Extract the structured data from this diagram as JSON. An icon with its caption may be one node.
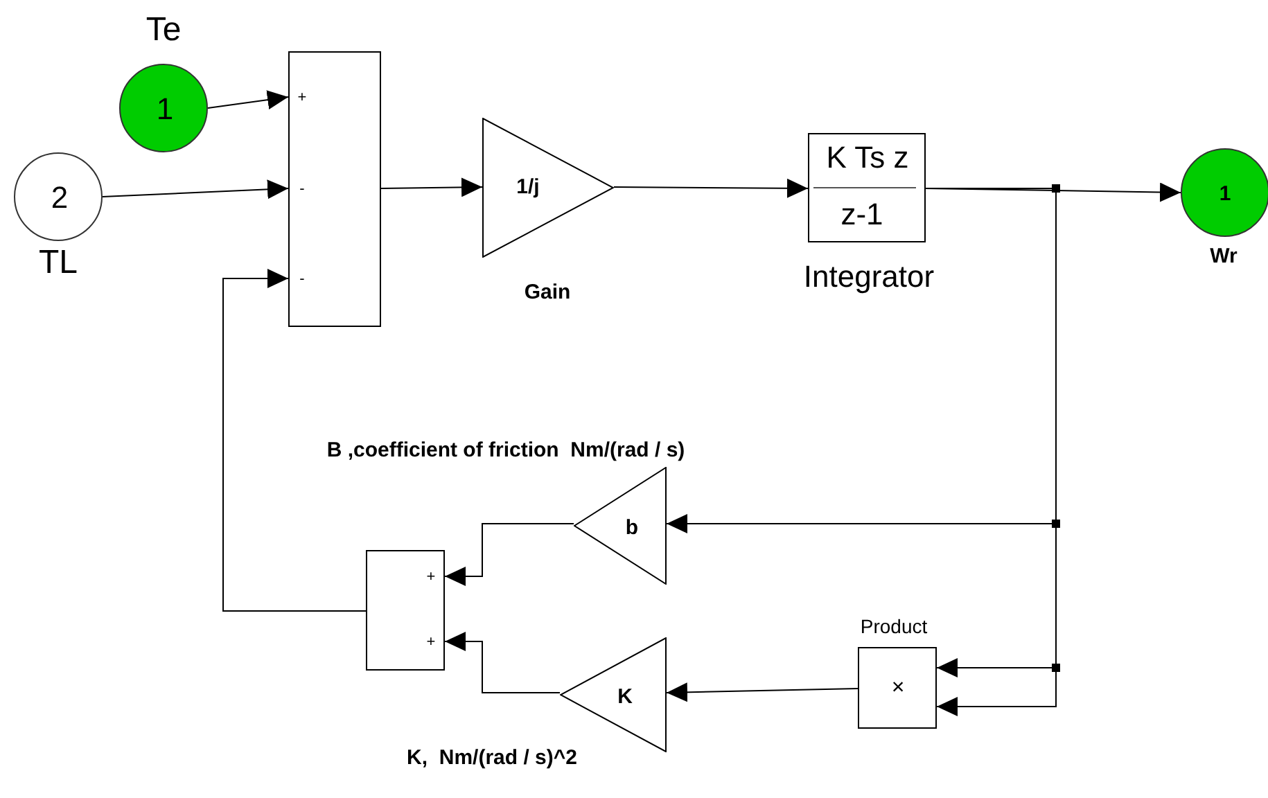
{
  "diagram": {
    "nodes": [
      {
        "text": [
          "1"
        ],
        "beside": [
          "Te"
        ]
      },
      {
        "text": [
          "2"
        ],
        "beside": [
          "TL"
        ]
      },
      {
        "text": [
          "+",
          "-",
          "-"
        ]
      },
      {
        "text": [
          "1/j"
        ],
        "beside": [
          "Gain"
        ]
      },
      {
        "text": [
          "K Ts z",
          "z-1"
        ],
        "beside": [
          "Integrator"
        ]
      },
      {
        "text": [
          "1"
        ],
        "beside": [
          "Wr"
        ]
      },
      {
        "text": [
          "+",
          "+"
        ]
      },
      {
        "text": [
          "b"
        ],
        "beside": [
          "B ,coefficient of friction  Nm/(rad / s)"
        ]
      },
      {
        "text": [
          "×"
        ],
        "beside": [
          "Product"
        ]
      },
      {
        "text": [
          "K"
        ],
        "beside": [
          "K,  Nm/(rad / s)^2"
        ]
      }
    ],
    "edges": [
      {
        "from": 0,
        "to": 2,
        "arrow": "to"
      },
      {
        "from": 1,
        "to": 2,
        "arrow": "to"
      },
      {
        "from": 2,
        "to": 3,
        "arrow": "to"
      },
      {
        "from": 3,
        "to": 4,
        "arrow": "to"
      },
      {
        "from": 4,
        "to": 5,
        "arrow": "to"
      },
      {
        "from": 4,
        "to": 7,
        "arrow": "to"
      },
      {
        "from": 4,
        "to": 8,
        "arrow": "to"
      },
      {
        "from": 4,
        "to": 8,
        "arrow": "to"
      },
      {
        "from": 7,
        "to": 6,
        "arrow": "to"
      },
      {
        "from": 8,
        "to": 9,
        "arrow": "to"
      },
      {
        "from": 9,
        "to": 6,
        "arrow": "to"
      },
      {
        "from": 6,
        "to": 2,
        "arrow": "to"
      }
    ]
  }
}
